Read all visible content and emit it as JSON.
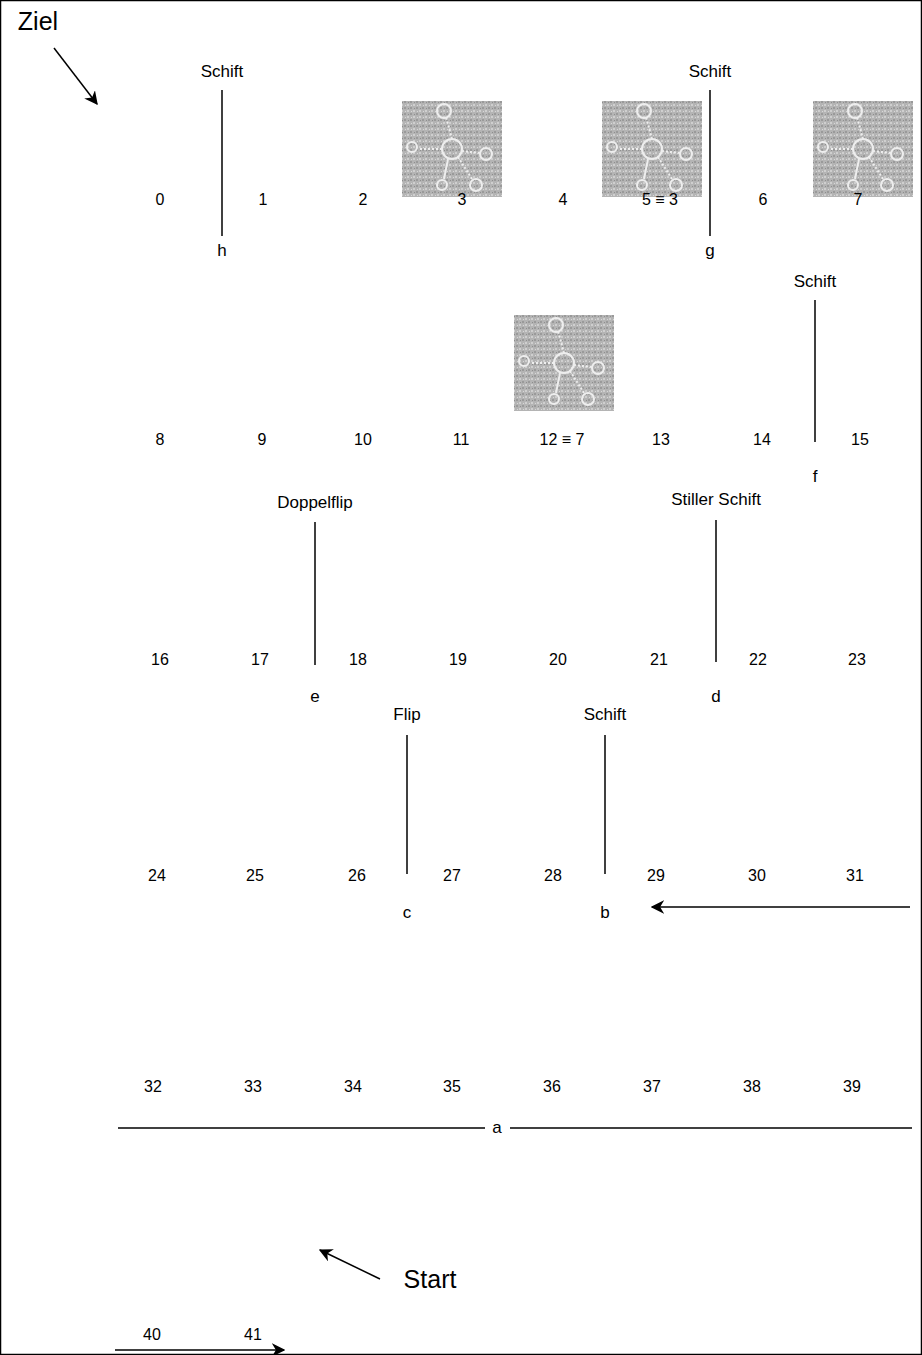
{
  "diagram": {
    "labels": [
      "Ziel",
      "Schift",
      "Schift",
      "0",
      "1",
      "2",
      "3",
      "4",
      "5 ≡ 3",
      "6",
      "7",
      "h",
      "g",
      "Schift",
      "8",
      "9",
      "10",
      "11",
      "12 ≡ 7",
      "13",
      "14",
      "15",
      "f",
      "Doppelflip",
      "Stiller Schift",
      "16",
      "17",
      "18",
      "19",
      "20",
      "21",
      "22",
      "23",
      "e",
      "d",
      "Flip",
      "Schift",
      "24",
      "25",
      "26",
      "27",
      "28",
      "29",
      "30",
      "31",
      "c",
      "b",
      "32",
      "33",
      "34",
      "35",
      "36",
      "37",
      "38",
      "39",
      "a",
      "Start",
      "40",
      "41"
    ]
  }
}
